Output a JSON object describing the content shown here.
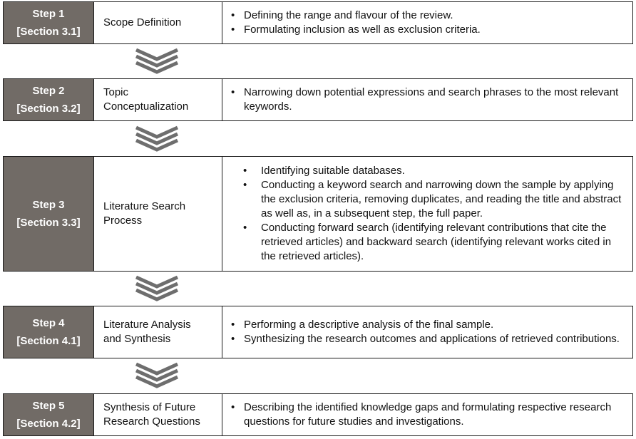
{
  "steps": [
    {
      "step": "Step 1",
      "section": "[Section 3.1]",
      "name": "Scope Definition",
      "bullets": [
        "Defining the range and flavour of the review.",
        "Formulating inclusion as well as exclusion criteria."
      ]
    },
    {
      "step": "Step 2",
      "section": "[Section 3.2]",
      "name": "Topic\nConceptualization",
      "bullets": [
        "Narrowing down potential expressions and search phrases to the most relevant keywords."
      ]
    },
    {
      "step": "Step 3",
      "section": "[Section 3.3]",
      "name": "Literature Search\nProcess",
      "bullets": [
        "Identifying suitable databases.",
        "Conducting a keyword search and narrowing down the sample by applying the exclusion criteria, removing duplicates, and reading the title and abstract as well as, in a subsequent step, the full paper.",
        "Conducting forward search (identifying relevant contributions that cite the retrieved articles) and backward search (identifying relevant works cited in the retrieved articles)."
      ]
    },
    {
      "step": "Step 4",
      "section": "[Section 4.1]",
      "name": "Literature Analysis\nand Synthesis",
      "bullets": [
        "Performing a descriptive analysis of the final sample.",
        "Synthesizing the research outcomes and applications of retrieved contributions."
      ]
    },
    {
      "step": "Step 5",
      "section": "[Section 4.2]",
      "name": "Synthesis of Future\nResearch Questions",
      "bullets": [
        "Describing the identified knowledge gaps and formulating respective research questions for future studies and investigations."
      ]
    }
  ],
  "colors": {
    "step_fill": "#716b66",
    "chevron": "#6e6e6e",
    "border": "#1a1a1a"
  },
  "icons": {
    "connector": "triple-chevron-down-icon"
  }
}
